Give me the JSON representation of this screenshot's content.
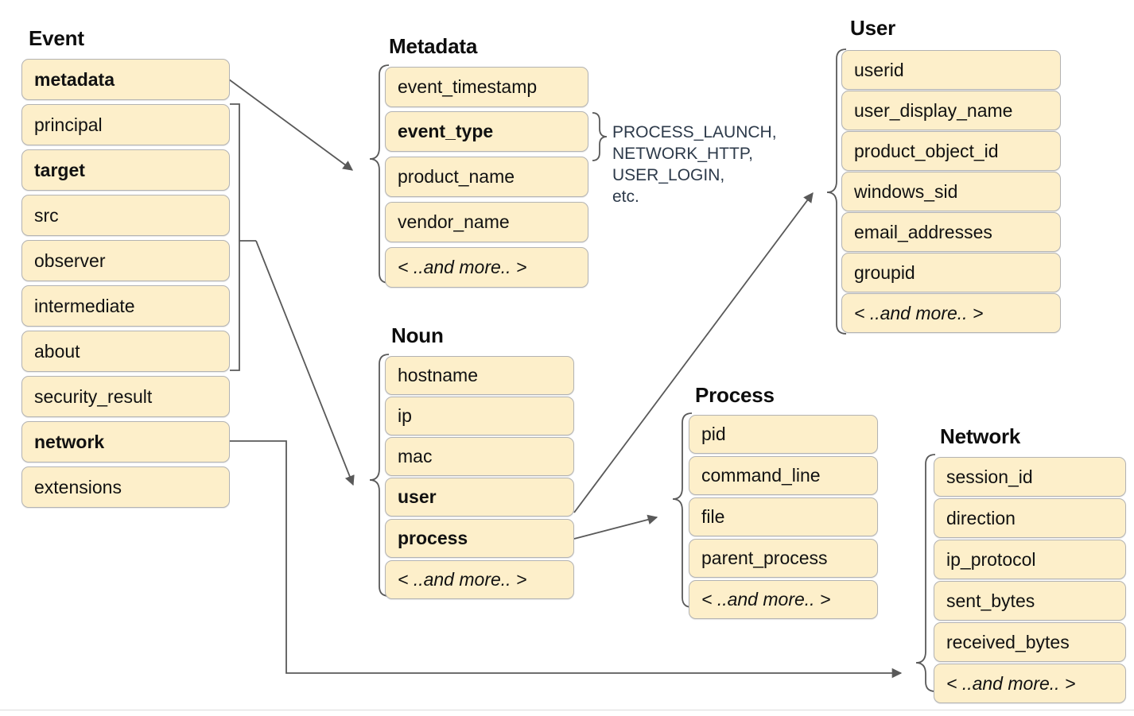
{
  "diagram": {
    "title_color": "#0d0d0d",
    "box_fill": "#fdefca",
    "box_border": "#b3b3b3",
    "wire_color": "#595959",
    "annotation_color": "#2d3a4a"
  },
  "groups": [
    {
      "id": "event",
      "title": "Event",
      "fields": [
        {
          "label": "metadata",
          "bold": true,
          "more": false
        },
        {
          "label": "principal",
          "bold": false,
          "more": false
        },
        {
          "label": "target",
          "bold": true,
          "more": false
        },
        {
          "label": "src",
          "bold": false,
          "more": false
        },
        {
          "label": "observer",
          "bold": false,
          "more": false
        },
        {
          "label": "intermediate",
          "bold": false,
          "more": false
        },
        {
          "label": "about",
          "bold": false,
          "more": false
        },
        {
          "label": "security_result",
          "bold": false,
          "more": false
        },
        {
          "label": "network",
          "bold": true,
          "more": false
        },
        {
          "label": "extensions",
          "bold": false,
          "more": false
        }
      ]
    },
    {
      "id": "metadata",
      "title": "Metadata",
      "fields": [
        {
          "label": "event_timestamp",
          "bold": false,
          "more": false
        },
        {
          "label": "event_type",
          "bold": true,
          "more": false
        },
        {
          "label": "product_name",
          "bold": false,
          "more": false
        },
        {
          "label": "vendor_name",
          "bold": false,
          "more": false
        },
        {
          "label": "< ..and more.. >",
          "bold": false,
          "more": true
        }
      ]
    },
    {
      "id": "user",
      "title": "User",
      "fields": [
        {
          "label": "userid",
          "bold": false,
          "more": false
        },
        {
          "label": "user_display_name",
          "bold": false,
          "more": false
        },
        {
          "label": "product_object_id",
          "bold": false,
          "more": false
        },
        {
          "label": "windows_sid",
          "bold": false,
          "more": false
        },
        {
          "label": "email_addresses",
          "bold": false,
          "more": false
        },
        {
          "label": "groupid",
          "bold": false,
          "more": false
        },
        {
          "label": "< ..and more.. >",
          "bold": false,
          "more": true
        }
      ]
    },
    {
      "id": "noun",
      "title": "Noun",
      "fields": [
        {
          "label": "hostname",
          "bold": false,
          "more": false
        },
        {
          "label": "ip",
          "bold": false,
          "more": false
        },
        {
          "label": "mac",
          "bold": false,
          "more": false
        },
        {
          "label": "user",
          "bold": true,
          "more": false
        },
        {
          "label": "process",
          "bold": true,
          "more": false
        },
        {
          "label": "< ..and more.. >",
          "bold": false,
          "more": true
        }
      ]
    },
    {
      "id": "process",
      "title": "Process",
      "fields": [
        {
          "label": "pid",
          "bold": false,
          "more": false
        },
        {
          "label": "command_line",
          "bold": false,
          "more": false
        },
        {
          "label": "file",
          "bold": false,
          "more": false
        },
        {
          "label": "parent_process",
          "bold": false,
          "more": false
        },
        {
          "label": "< ..and more.. >",
          "bold": false,
          "more": true
        }
      ]
    },
    {
      "id": "network",
      "title": "Network",
      "fields": [
        {
          "label": "session_id",
          "bold": false,
          "more": false
        },
        {
          "label": "direction",
          "bold": false,
          "more": false
        },
        {
          "label": "ip_protocol",
          "bold": false,
          "more": false
        },
        {
          "label": "sent_bytes",
          "bold": false,
          "more": false
        },
        {
          "label": "received_bytes",
          "bold": false,
          "more": false
        },
        {
          "label": "< ..and more.. >",
          "bold": false,
          "more": true
        }
      ]
    }
  ],
  "annotations": {
    "event_type_values": "PROCESS_LAUNCH,\nNETWORK_HTTP,\nUSER_LOGIN,\netc."
  }
}
